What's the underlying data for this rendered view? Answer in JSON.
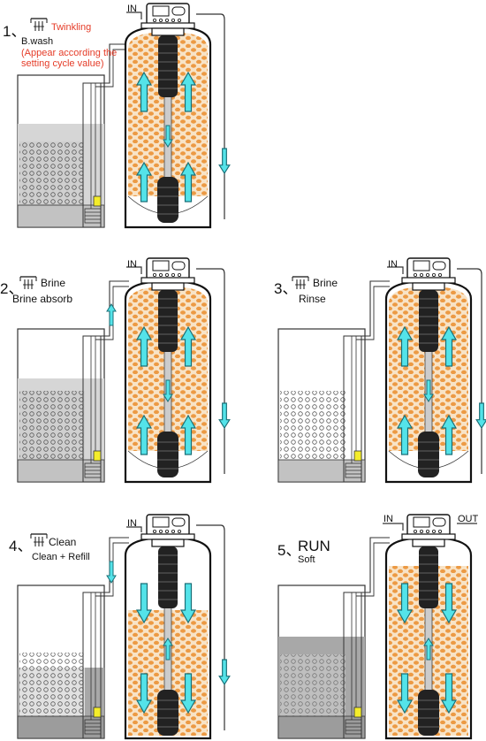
{
  "colors": {
    "resin": "#ec9a44",
    "resin_bg": "#f8e3c6",
    "arrow_fill": "#54e3e9",
    "arrow_stroke": "#1a6f77",
    "brine_salt": "#cfcfcf",
    "brine_water": "#c9c9c9",
    "warning_text": "#e53c28",
    "indicator": "#f4ec2a"
  },
  "icons": {
    "valve_head": "control-valve-icon",
    "brine_tank": "brine-tank-icon",
    "flow_up": "arrow-up-icon",
    "flow_down": "arrow-down-icon",
    "step_symbol": "three-nozzle-icon"
  },
  "steps": [
    {
      "number": "1、",
      "title": "Twinkling",
      "subtitle": "B.wash",
      "note_line1": "(Appear according the",
      "note_line2": "setting cycle value)",
      "inlet_label": "IN",
      "outlet_label": "",
      "flow": "upflow"
    },
    {
      "number": "2、",
      "title": "Brine",
      "subtitle": "Brine absorb",
      "inlet_label": "IN",
      "outlet_label": "",
      "flow": "upflow"
    },
    {
      "number": "3、",
      "title": "Brine",
      "subtitle": "Rinse",
      "inlet_label": "IN",
      "outlet_label": "",
      "flow": "upflow"
    },
    {
      "number": "4、",
      "title": "Clean",
      "subtitle": "Clean + Refill",
      "inlet_label": "IN",
      "outlet_label": "",
      "flow": "downflow"
    },
    {
      "number": "5、",
      "title": "RUN",
      "subtitle": "Soft",
      "inlet_label": "IN",
      "outlet_label": "OUT",
      "flow": "downflow"
    }
  ]
}
